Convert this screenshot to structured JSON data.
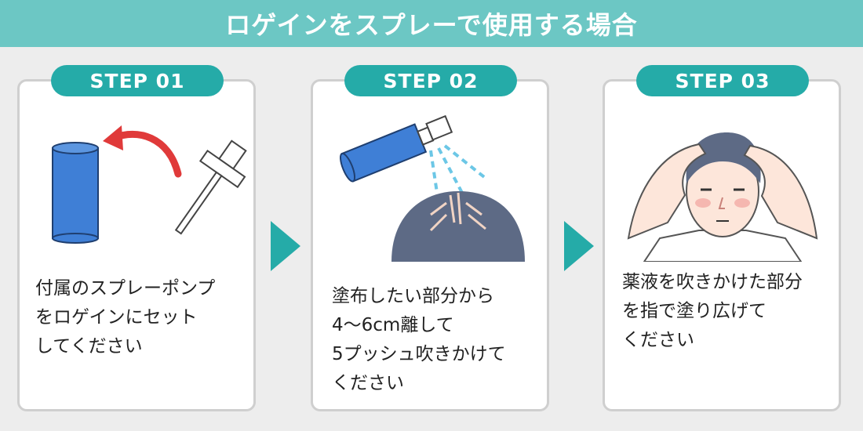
{
  "header": {
    "title": "ロゲインをスプレーで使用する場合"
  },
  "steps": [
    {
      "label": "STEP 01",
      "text": "付属のスプレーポンプ\nをロゲインにセット\nしてください"
    },
    {
      "label": "STEP 02",
      "text": "塗布したい部分から\n4～6cm離して\n5プッシュ吹きかけて\nください"
    },
    {
      "label": "STEP 03",
      "text": "薬液を吹きかけた部分\nを指で塗り広げて\nください"
    }
  ],
  "colors": {
    "header_bg": "#6cc7c4",
    "badge_bg": "#25aba8",
    "arrow": "#25aba8",
    "bottle_blue": "#3f7fd6",
    "curved_arrow": "#e03a3a",
    "hair": "#5d6a85"
  },
  "icons": [
    "bottle-icon",
    "spray-pump-icon",
    "curved-arrow-icon",
    "spray-bottle-icon",
    "mist-icon",
    "head-top-icon",
    "man-applying-icon",
    "next-step-arrow-icon"
  ]
}
